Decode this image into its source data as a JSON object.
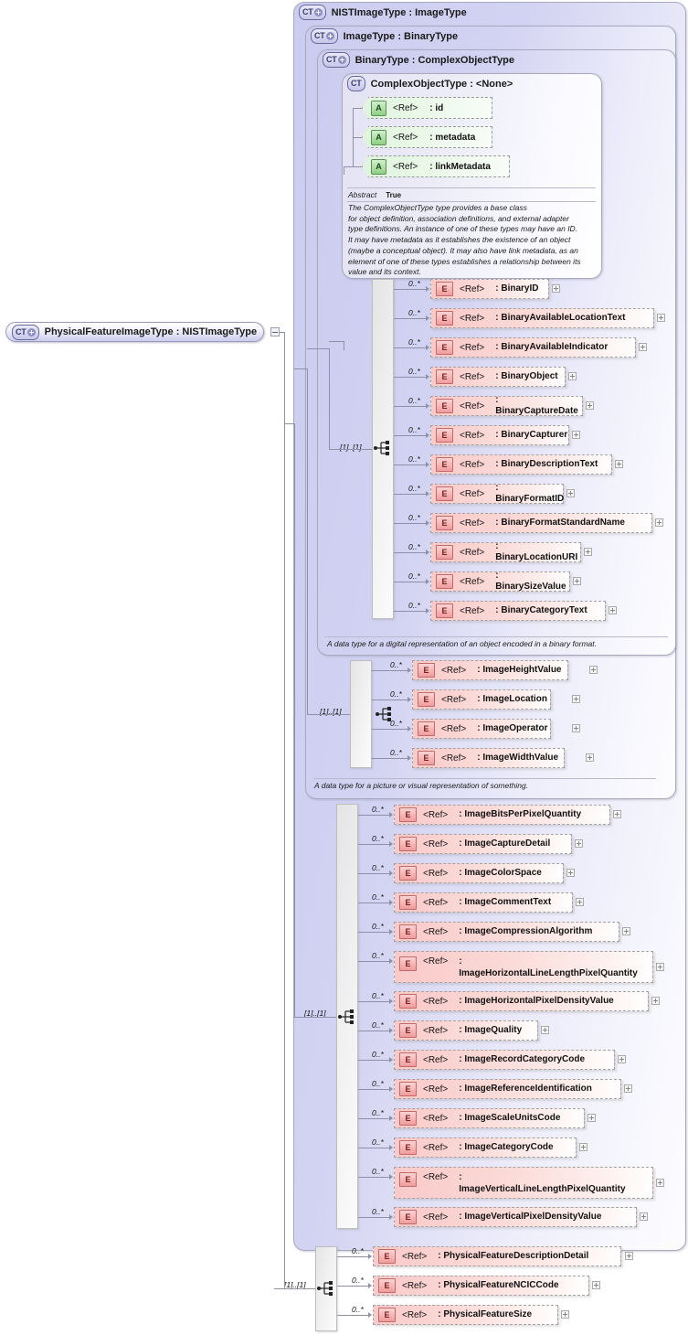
{
  "diagram": {
    "title": "PhysicalFeatureImageType XSD structure diagram",
    "root": {
      "badge": "CT",
      "label": "PhysicalFeatureImageType : NISTImageType"
    },
    "containers": [
      {
        "badge": "CT",
        "label": "NISTImageType : ImageType"
      },
      {
        "badge": "CT",
        "label": "ImageType : BinaryType"
      },
      {
        "badge": "CT",
        "label": "BinaryType : ComplexObjectType"
      },
      {
        "badge": "CT",
        "label": "ComplexObjectType : <None>"
      }
    ],
    "attributes": [
      {
        "badge": "A",
        "ref": "<Ref>",
        "name": ": id"
      },
      {
        "badge": "A",
        "ref": "<Ref>",
        "name": ": metadata"
      },
      {
        "badge": "A",
        "ref": "<Ref>",
        "name": ": linkMetadata"
      }
    ],
    "abstract": {
      "key": "Abstract",
      "value": "True"
    },
    "annotations": {
      "complex_object_type": "The ComplexObjectType type provides a base class\nfor object definition, association definitions, and external adapter\ntype definitions. An instance of one of these types may have an ID.\nIt may have metadata as it establishes the existence of an object\n(maybe a conceptual object). It may also have link metadata, as an\nelement of one of these types establishes a relationship between its\nvalue and its context.",
      "binary_type": "A data type for a digital representation of an object encoded in a binary format.",
      "image_type": "A data type for a picture or visual representation of something."
    },
    "cardinality_label": "[1]..[1]",
    "occurrence_label": "0..*",
    "groups": [
      {
        "id": "binary-group",
        "cardinality": "[1]..[1]",
        "elements": [
          {
            "badge": "E",
            "ref": "<Ref>",
            "name": ": BinaryID",
            "occurrence": "0..*"
          },
          {
            "badge": "E",
            "ref": "<Ref>",
            "name": ": BinaryAvailableLocationText",
            "occurrence": "0..*"
          },
          {
            "badge": "E",
            "ref": "<Ref>",
            "name": ": BinaryAvailableIndicator",
            "occurrence": "0..*"
          },
          {
            "badge": "E",
            "ref": "<Ref>",
            "name": ": BinaryObject",
            "occurrence": "0..*"
          },
          {
            "badge": "E",
            "ref": "<Ref>",
            "name": ": BinaryCaptureDate",
            "occurrence": "0..*"
          },
          {
            "badge": "E",
            "ref": "<Ref>",
            "name": ": BinaryCapturer",
            "occurrence": "0..*"
          },
          {
            "badge": "E",
            "ref": "<Ref>",
            "name": ": BinaryDescriptionText",
            "occurrence": "0..*"
          },
          {
            "badge": "E",
            "ref": "<Ref>",
            "name": ": BinaryFormatID",
            "occurrence": "0..*"
          },
          {
            "badge": "E",
            "ref": "<Ref>",
            "name": ": BinaryFormatStandardName",
            "occurrence": "0..*"
          },
          {
            "badge": "E",
            "ref": "<Ref>",
            "name": ": BinaryLocationURI",
            "occurrence": "0..*"
          },
          {
            "badge": "E",
            "ref": "<Ref>",
            "name": ": BinarySizeValue",
            "occurrence": "0..*"
          },
          {
            "badge": "E",
            "ref": "<Ref>",
            "name": ": BinaryCategoryText",
            "occurrence": "0..*"
          }
        ]
      },
      {
        "id": "image-base-group",
        "cardinality": "[1]..[1]",
        "elements": [
          {
            "badge": "E",
            "ref": "<Ref>",
            "name": ": ImageHeightValue",
            "occurrence": "0..*"
          },
          {
            "badge": "E",
            "ref": "<Ref>",
            "name": ": ImageLocation",
            "occurrence": "0..*"
          },
          {
            "badge": "E",
            "ref": "<Ref>",
            "name": ": ImageOperator",
            "occurrence": "0..*"
          },
          {
            "badge": "E",
            "ref": "<Ref>",
            "name": ": ImageWidthValue",
            "occurrence": "0..*"
          }
        ]
      },
      {
        "id": "nist-image-group",
        "cardinality": "[1]..[1]",
        "elements": [
          {
            "badge": "E",
            "ref": "<Ref>",
            "name": ": ImageBitsPerPixelQuantity",
            "occurrence": "0..*"
          },
          {
            "badge": "E",
            "ref": "<Ref>",
            "name": ": ImageCaptureDetail",
            "occurrence": "0..*"
          },
          {
            "badge": "E",
            "ref": "<Ref>",
            "name": ": ImageColorSpace",
            "occurrence": "0..*"
          },
          {
            "badge": "E",
            "ref": "<Ref>",
            "name": ": ImageCommentText",
            "occurrence": "0..*"
          },
          {
            "badge": "E",
            "ref": "<Ref>",
            "name": ": ImageCompressionAlgorithm",
            "occurrence": "0..*"
          },
          {
            "badge": "E",
            "ref": "<Ref>",
            "name": ": ImageHorizontalLineLengthPixelQuantity",
            "occurrence": "0..*"
          },
          {
            "badge": "E",
            "ref": "<Ref>",
            "name": ": ImageHorizontalPixelDensityValue",
            "occurrence": "0..*"
          },
          {
            "badge": "E",
            "ref": "<Ref>",
            "name": ": ImageQuality",
            "occurrence": "0..*"
          },
          {
            "badge": "E",
            "ref": "<Ref>",
            "name": ": ImageRecordCategoryCode",
            "occurrence": "0..*"
          },
          {
            "badge": "E",
            "ref": "<Ref>",
            "name": ": ImageReferenceIdentification",
            "occurrence": "0..*"
          },
          {
            "badge": "E",
            "ref": "<Ref>",
            "name": ": ImageScaleUnitsCode",
            "occurrence": "0..*"
          },
          {
            "badge": "E",
            "ref": "<Ref>",
            "name": ": ImageCategoryCode",
            "occurrence": "0..*"
          },
          {
            "badge": "E",
            "ref": "<Ref>",
            "name": ": ImageVerticalLineLengthPixelQuantity",
            "occurrence": "0..*"
          },
          {
            "badge": "E",
            "ref": "<Ref>",
            "name": ": ImageVerticalPixelDensityValue",
            "occurrence": "0..*"
          }
        ]
      },
      {
        "id": "physical-feature-group",
        "cardinality": "[1]..[1]",
        "elements": [
          {
            "badge": "E",
            "ref": "<Ref>",
            "name": ": PhysicalFeatureDescriptionDetail",
            "occurrence": "0..*"
          },
          {
            "badge": "E",
            "ref": "<Ref>",
            "name": ": PhysicalFeatureNCICCode",
            "occurrence": "0..*"
          },
          {
            "badge": "E",
            "ref": "<Ref>",
            "name": ": PhysicalFeatureSize",
            "occurrence": "0..*"
          }
        ]
      }
    ],
    "colors": {
      "container_fill": "#ccccf0",
      "element_fill": "#f9c9c9",
      "attribute_fill": "#dff3dd",
      "connector": "#8f8fa8",
      "badge_ct": "#c6c6ea"
    }
  }
}
